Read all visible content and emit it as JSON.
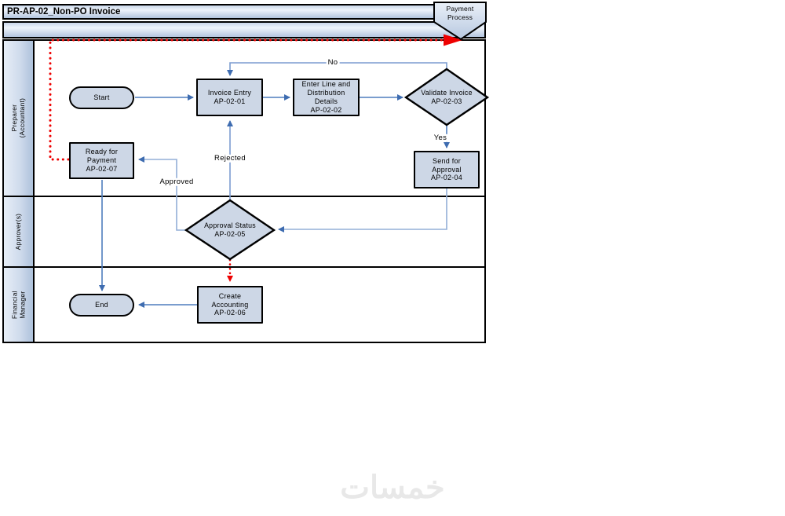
{
  "title": "PR-AP-02_Non-PO Invoice",
  "offpage_connector": {
    "label": "Payment\nProcess"
  },
  "lanes": [
    {
      "label": "Preparer\n(Accountant)"
    },
    {
      "label": "Approver(s)"
    },
    {
      "label": "Financial Manager"
    }
  ],
  "nodes": {
    "start": {
      "label": "Start",
      "type": "terminator"
    },
    "invoice_entry": {
      "label": "Invoice Entry\nAP-02-01",
      "type": "process"
    },
    "enter_line_details": {
      "label": "Enter Line and\nDistribution\nDetails\nAP-02-02",
      "type": "process"
    },
    "validate_invoice": {
      "label": "Validate Invoice\nAP-02-03",
      "type": "decision"
    },
    "send_for_approval": {
      "label": "Send for\nApproval\nAP-02-04",
      "type": "process"
    },
    "ready_for_payment": {
      "label": "Ready for\nPayment\nAP-02-07",
      "type": "process"
    },
    "approval_status": {
      "label": "Approval Status\nAP-02-05",
      "type": "decision"
    },
    "create_accounting": {
      "label": "Create\nAccounting\nAP-02-06",
      "type": "process"
    },
    "end": {
      "label": "End",
      "type": "terminator"
    }
  },
  "edge_labels": {
    "no": "No",
    "yes": "Yes",
    "rejected": "Rejected",
    "approved": "Approved"
  },
  "colors": {
    "shape_fill": "#cdd7e6",
    "connector_blue": "#4f7dbd",
    "connector_light_blue": "#93afd7",
    "offpage_flow_red": "#ee0000",
    "border_black": "#000000"
  },
  "watermark": {
    "text": "خمسات"
  }
}
